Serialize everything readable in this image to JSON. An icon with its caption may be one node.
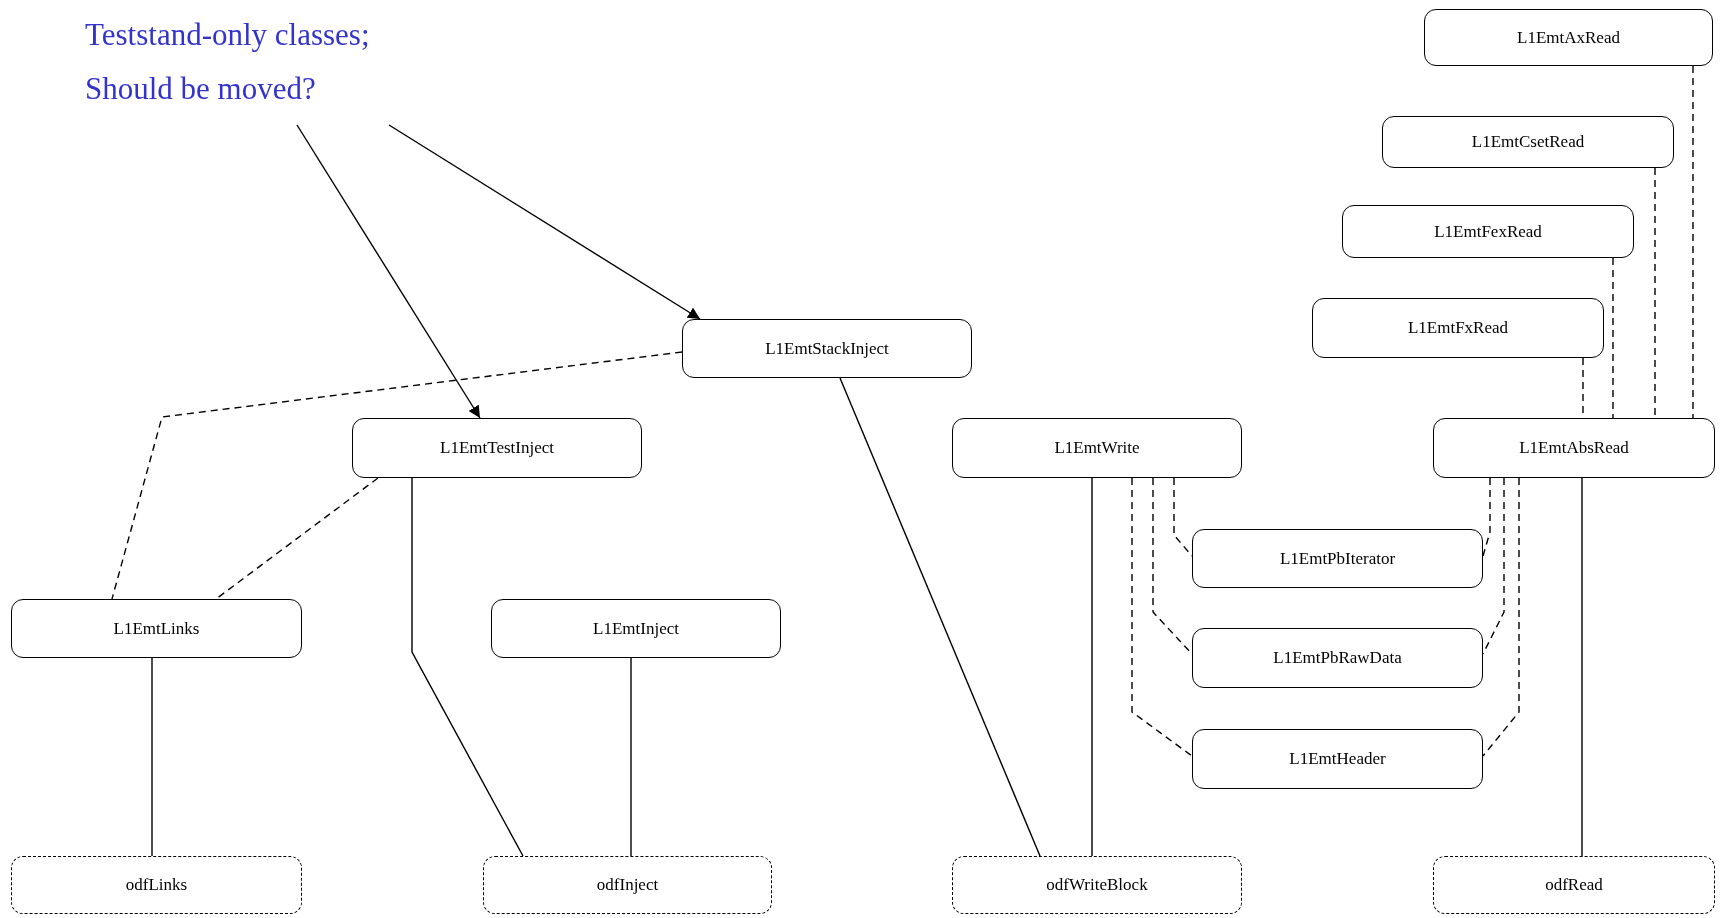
{
  "diagram": {
    "nodes": [
      {
        "text": [
          "Teststand-only classes; Should be moved?"
        ]
      },
      {
        "text": [
          "L1EmtAxRead"
        ]
      },
      {
        "text": [
          "L1EmtCsetRead"
        ]
      },
      {
        "text": [
          "L1EmtFexRead"
        ]
      },
      {
        "text": [
          "L1EmtFxRead"
        ]
      },
      {
        "text": [
          "L1EmtStackInject"
        ]
      },
      {
        "text": [
          "L1EmtTestInject"
        ]
      },
      {
        "text": [
          "L1EmtWrite"
        ]
      },
      {
        "text": [
          "L1EmtAbsRead"
        ]
      },
      {
        "text": [
          "L1EmtLinks"
        ]
      },
      {
        "text": [
          "L1EmtInject"
        ]
      },
      {
        "text": [
          "L1EmtPbIterator"
        ]
      },
      {
        "text": [
          "L1EmtPbRawData"
        ]
      },
      {
        "text": [
          "L1EmtHeader"
        ]
      },
      {
        "text": [
          "odfLinks"
        ]
      },
      {
        "text": [
          "odfInject"
        ]
      },
      {
        "text": [
          "odfWriteBlock"
        ]
      },
      {
        "text": [
          "odfRead"
        ]
      }
    ],
    "edges": [
      {
        "from": 0,
        "to": 6,
        "arrow": "to"
      },
      {
        "from": 0,
        "to": 5,
        "arrow": "to"
      },
      {
        "from": 5,
        "to": 9,
        "arrow": "none",
        "style": "dashed"
      },
      {
        "from": 6,
        "to": 9,
        "arrow": "none",
        "style": "dashed"
      },
      {
        "from": 6,
        "to": 15,
        "arrow": "none"
      },
      {
        "from": 10,
        "to": 15,
        "arrow": "none"
      },
      {
        "from": 5,
        "to": 16,
        "arrow": "none"
      },
      {
        "from": 7,
        "to": 16,
        "arrow": "none"
      },
      {
        "from": 7,
        "to": 11,
        "arrow": "none",
        "style": "dashed"
      },
      {
        "from": 7,
        "to": 12,
        "arrow": "none",
        "style": "dashed"
      },
      {
        "from": 7,
        "to": 13,
        "arrow": "none",
        "style": "dashed"
      },
      {
        "from": 8,
        "to": 11,
        "arrow": "none",
        "style": "dashed"
      },
      {
        "from": 8,
        "to": 12,
        "arrow": "none",
        "style": "dashed"
      },
      {
        "from": 8,
        "to": 13,
        "arrow": "none",
        "style": "dashed"
      },
      {
        "from": 1,
        "to": 8,
        "arrow": "none",
        "style": "dashed"
      },
      {
        "from": 2,
        "to": 8,
        "arrow": "none",
        "style": "dashed"
      },
      {
        "from": 3,
        "to": 8,
        "arrow": "none",
        "style": "dashed"
      },
      {
        "from": 4,
        "to": 8,
        "arrow": "none",
        "style": "dashed"
      },
      {
        "from": 8,
        "to": 17,
        "arrow": "none"
      },
      {
        "from": 9,
        "to": 14,
        "arrow": "none"
      }
    ]
  }
}
